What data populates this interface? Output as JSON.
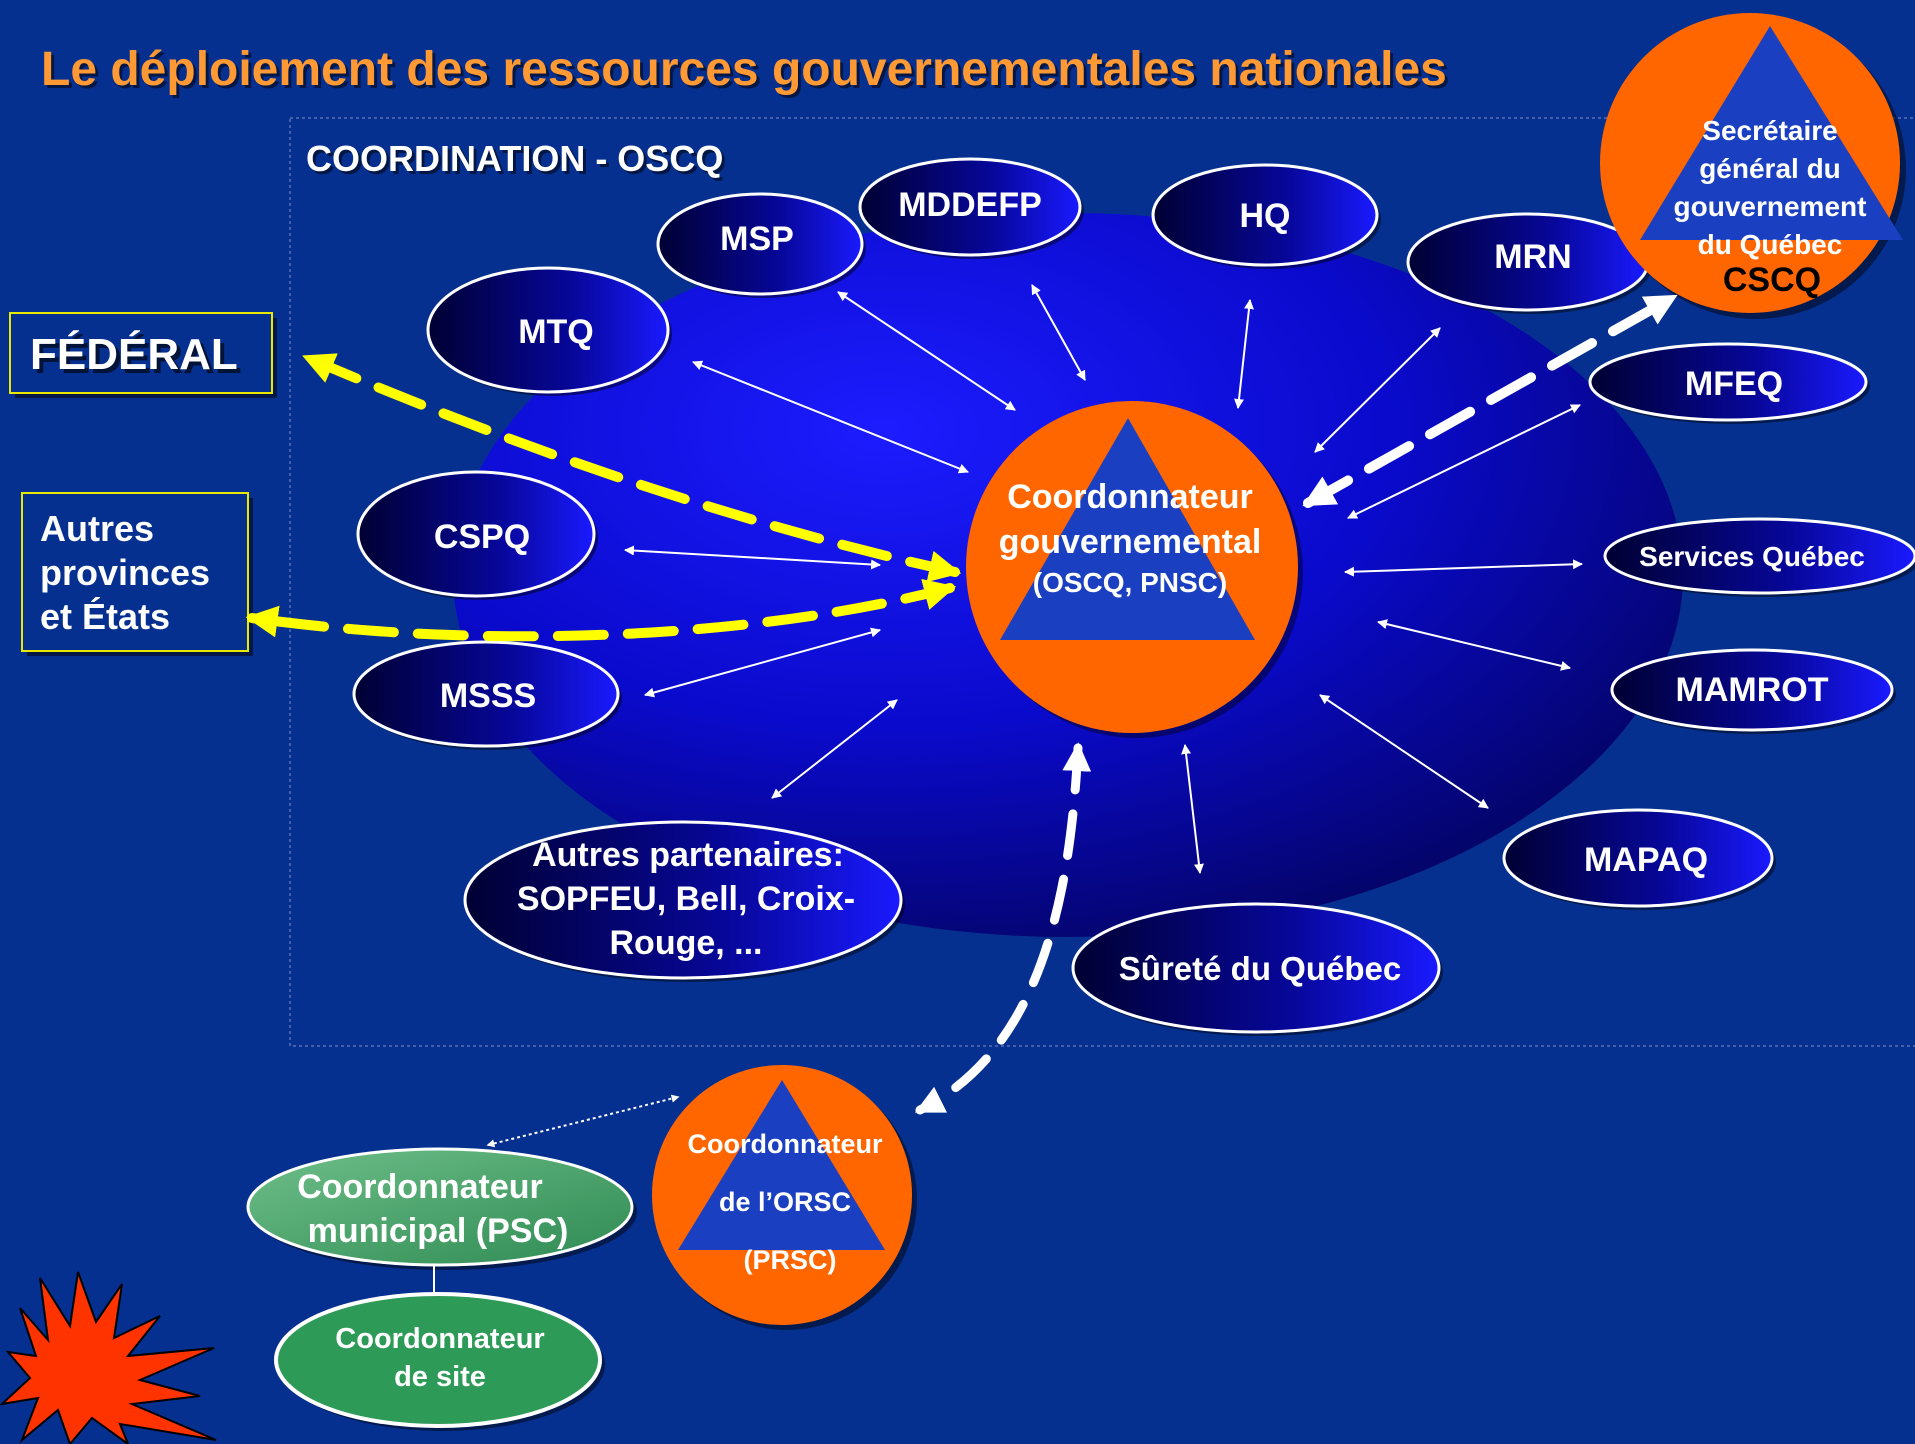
{
  "title": "Le déploiement des ressources gouvernementales nationales",
  "coordination_label": "COORDINATION - OSCQ",
  "federal": "FÉDÉRAL",
  "autres": {
    "line1": "Autres",
    "line2": "provinces",
    "line3": "et États"
  },
  "center": {
    "line1": "Coordonnateur",
    "line2": "gouvernemental",
    "line3": "(OSCQ, PNSC)"
  },
  "sgq": {
    "line1": "Secrétaire",
    "line2": "général du",
    "line3": "gouvernement",
    "line4": "du Québec",
    "line5": "CSCQ"
  },
  "nodes": {
    "msp": "MSP",
    "mddefp": "MDDEFP",
    "hq": "HQ",
    "mrn": "MRN",
    "mtq": "MTQ",
    "mfeq": "MFEQ",
    "cspq": "CSPQ",
    "services": "Services Québec",
    "msss": "MSSS",
    "mamrot": "MAMROT",
    "mapaq": "MAPAQ",
    "surete": "Sûreté du Québec",
    "autres_part": {
      "line1": "Autres partenaires:",
      "line2": "SOPFEU,  Bell, Croix-",
      "line3": "Rouge, ..."
    }
  },
  "orsc": {
    "line1": "Coordonnateur",
    "line2": "de l’ORSC",
    "line3": "(PRSC)"
  },
  "municipal": {
    "line1": "Coordonnateur",
    "line2": "municipal  (PSC)"
  },
  "site": {
    "line1": "Coordonnateur",
    "line2": "de site"
  },
  "colors": {
    "background": "#06308f",
    "title": "#ff9933",
    "orange": "#ff6600",
    "triangle": "#1a3fc0",
    "yellow": "#ffff00",
    "green": "#2e9a58"
  }
}
